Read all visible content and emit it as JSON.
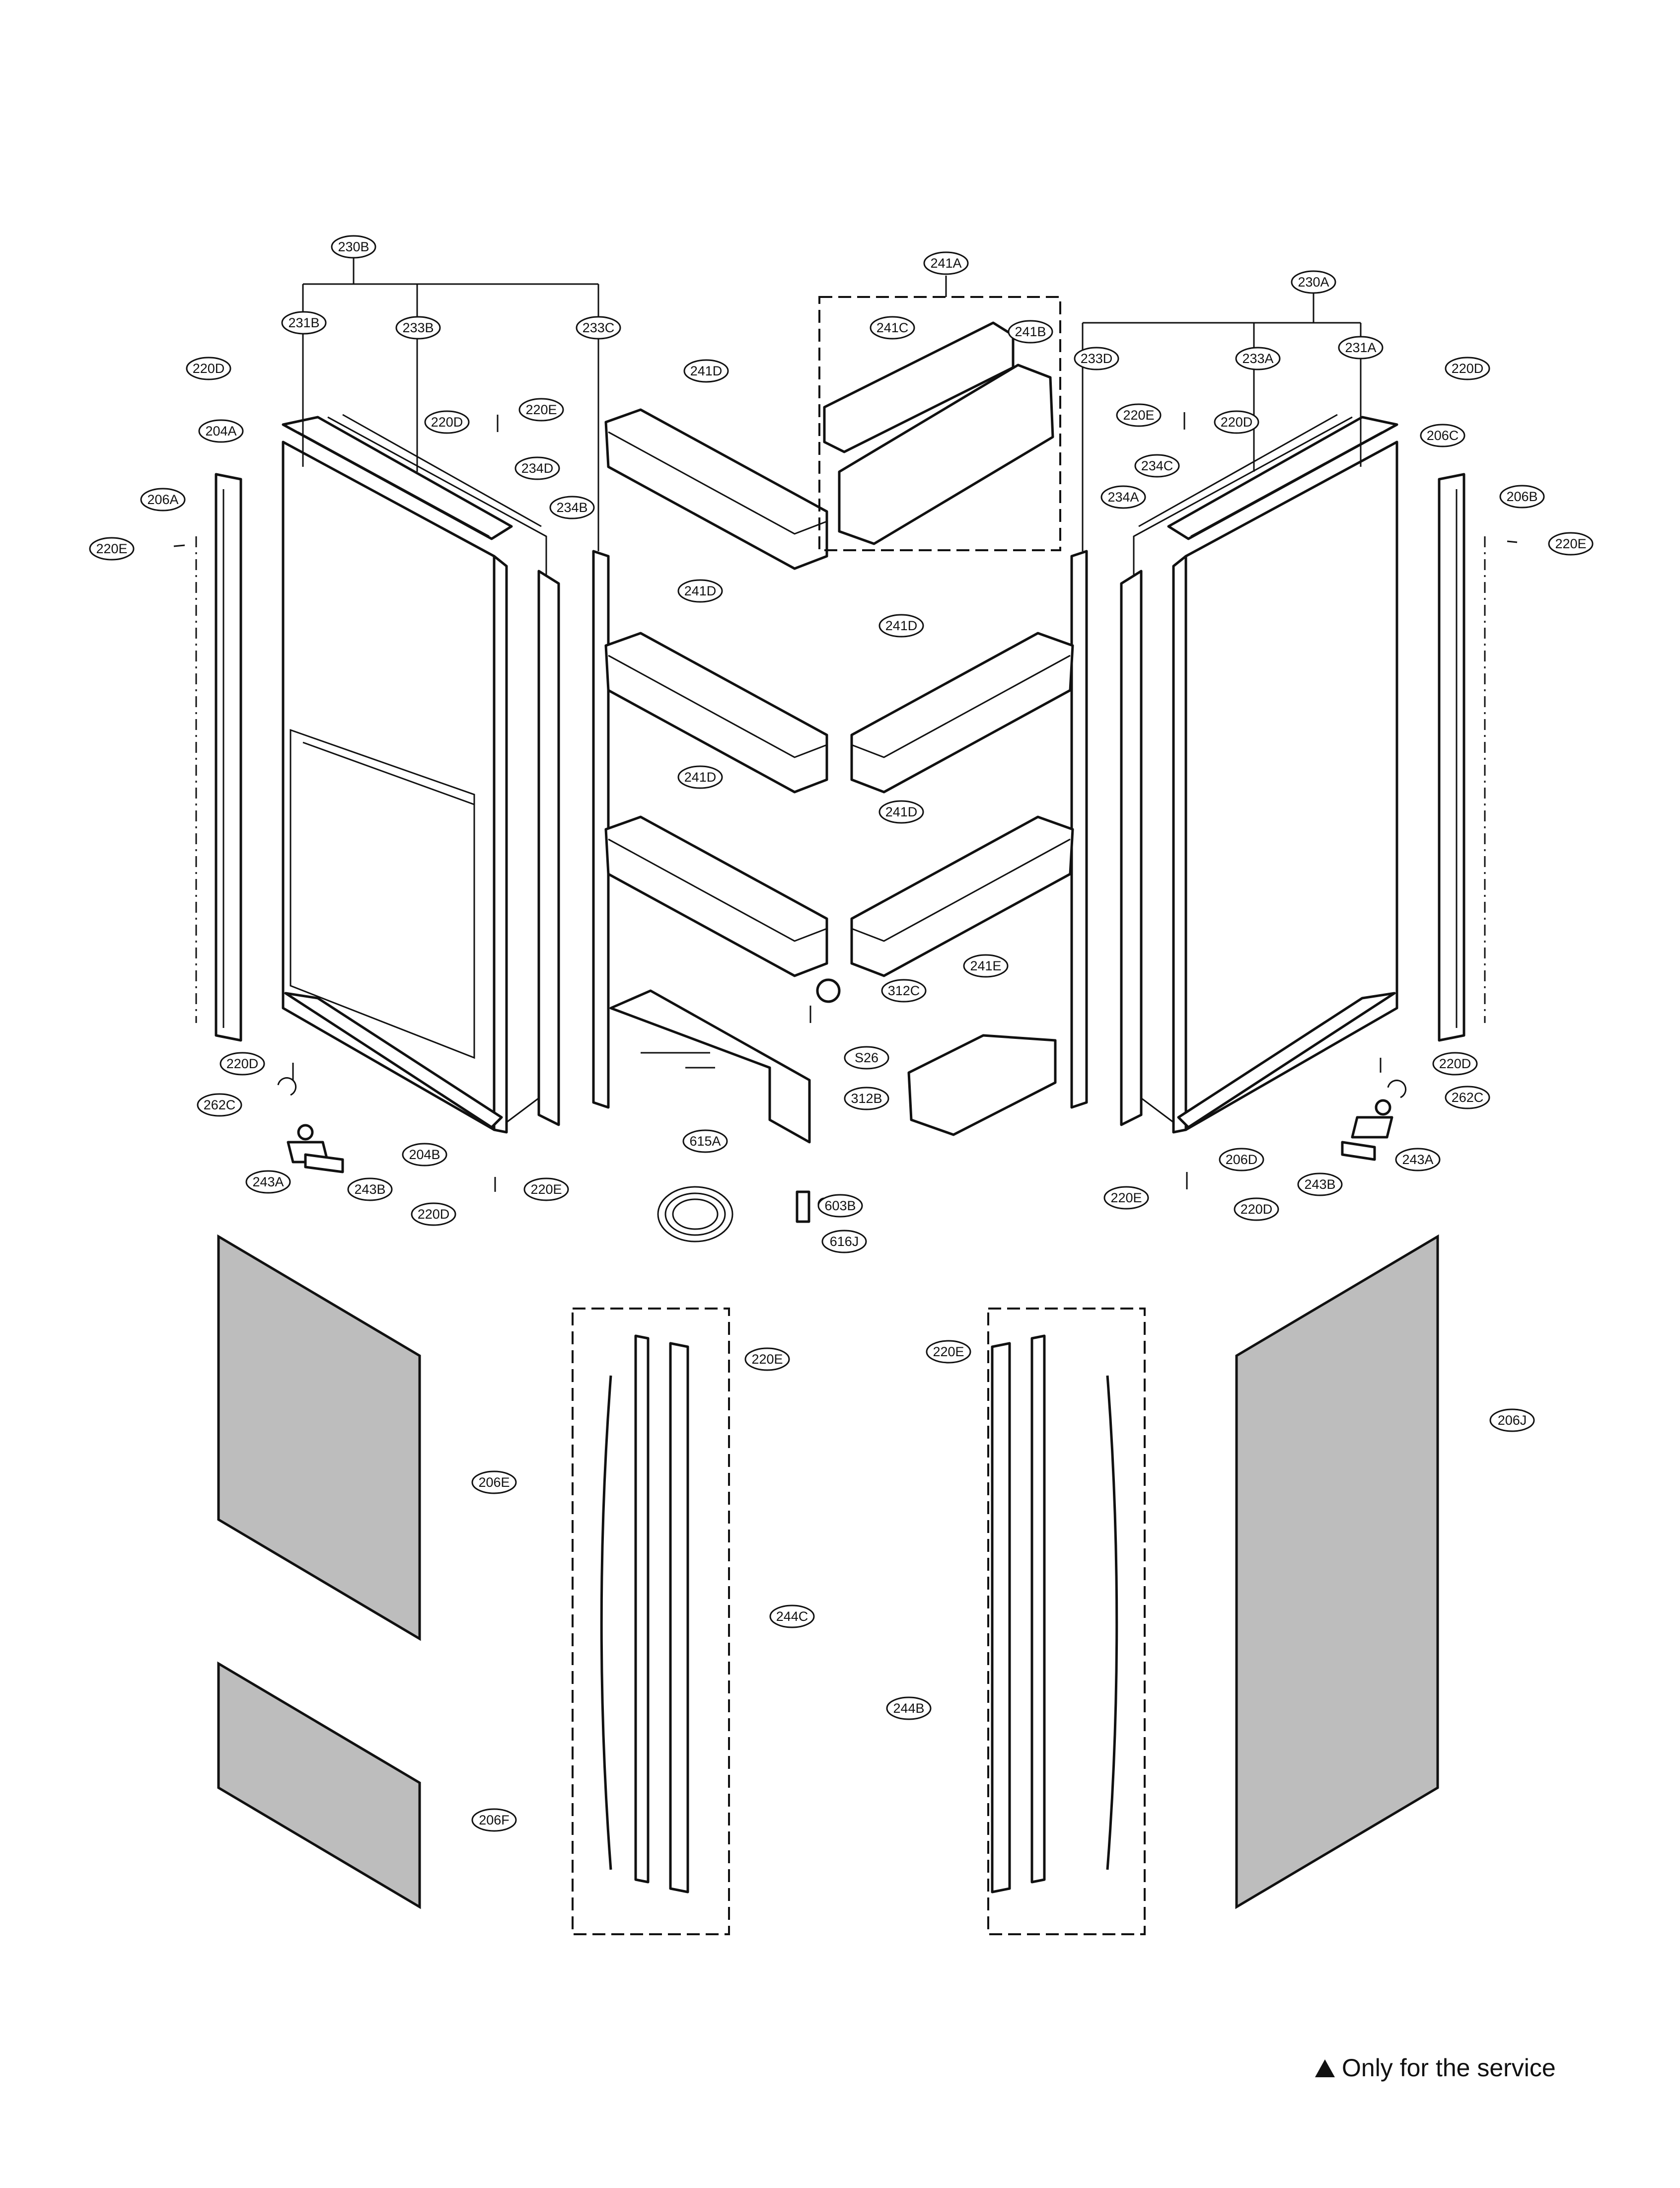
{
  "labels": [
    {
      "id": "230B",
      "text": "230B"
    },
    {
      "id": "231B",
      "text": "231B"
    },
    {
      "id": "233B",
      "text": "233B"
    },
    {
      "id": "233C",
      "text": "233C"
    },
    {
      "id": "220D-a",
      "text": "220D"
    },
    {
      "id": "220D-b",
      "text": "220D"
    },
    {
      "id": "220E-a",
      "text": "220E"
    },
    {
      "id": "204A",
      "text": "204A"
    },
    {
      "id": "234D",
      "text": "234D"
    },
    {
      "id": "234B",
      "text": "234B"
    },
    {
      "id": "206A",
      "text": "206A"
    },
    {
      "id": "220E-b",
      "text": "220E"
    },
    {
      "id": "241A",
      "text": "241A"
    },
    {
      "id": "241C",
      "text": "241C"
    },
    {
      "id": "241B",
      "text": "241B"
    },
    {
      "id": "241D-a",
      "text": "241D"
    },
    {
      "id": "241D-b",
      "text": "241D"
    },
    {
      "id": "241D-c",
      "text": "241D"
    },
    {
      "id": "241D-d",
      "text": "241D"
    },
    {
      "id": "241D-e",
      "text": "241D"
    },
    {
      "id": "241E",
      "text": "241E"
    },
    {
      "id": "312C",
      "text": "312C"
    },
    {
      "id": "S26",
      "text": "S26"
    },
    {
      "id": "312B",
      "text": "312B"
    },
    {
      "id": "615A",
      "text": "615A"
    },
    {
      "id": "603B",
      "text": "603B"
    },
    {
      "id": "616J",
      "text": "616J"
    },
    {
      "id": "230A",
      "text": "230A"
    },
    {
      "id": "233D",
      "text": "233D"
    },
    {
      "id": "233A",
      "text": "233A"
    },
    {
      "id": "231A",
      "text": "231A"
    },
    {
      "id": "220D-c",
      "text": "220D"
    },
    {
      "id": "220E-c",
      "text": "220E"
    },
    {
      "id": "220D-d",
      "text": "220D"
    },
    {
      "id": "206C",
      "text": "206C"
    },
    {
      "id": "234C",
      "text": "234C"
    },
    {
      "id": "234A",
      "text": "234A"
    },
    {
      "id": "206B",
      "text": "206B"
    },
    {
      "id": "220E-d",
      "text": "220E"
    },
    {
      "id": "220D-e",
      "text": "220D"
    },
    {
      "id": "262C-a",
      "text": "262C"
    },
    {
      "id": "243A-a",
      "text": "243A"
    },
    {
      "id": "243B-a",
      "text": "243B"
    },
    {
      "id": "204B",
      "text": "204B"
    },
    {
      "id": "220D-f",
      "text": "220D"
    },
    {
      "id": "220E-e",
      "text": "220E"
    },
    {
      "id": "220D-g",
      "text": "220D"
    },
    {
      "id": "262C-b",
      "text": "262C"
    },
    {
      "id": "206D",
      "text": "206D"
    },
    {
      "id": "243B-b",
      "text": "243B"
    },
    {
      "id": "243A-b",
      "text": "243A"
    },
    {
      "id": "220E-f",
      "text": "220E"
    },
    {
      "id": "220D-h",
      "text": "220D"
    },
    {
      "id": "220E-g",
      "text": "220E"
    },
    {
      "id": "220E-h",
      "text": "220E"
    },
    {
      "id": "206E",
      "text": "206E"
    },
    {
      "id": "206F",
      "text": "206F"
    },
    {
      "id": "244C",
      "text": "244C"
    },
    {
      "id": "244B",
      "text": "244B"
    },
    {
      "id": "206J",
      "text": "206J"
    }
  ],
  "footer": {
    "service_note": "Only for the service"
  },
  "colors": {
    "line": "#111111",
    "panel_fill": "#bdbdbd",
    "background": "#ffffff"
  }
}
